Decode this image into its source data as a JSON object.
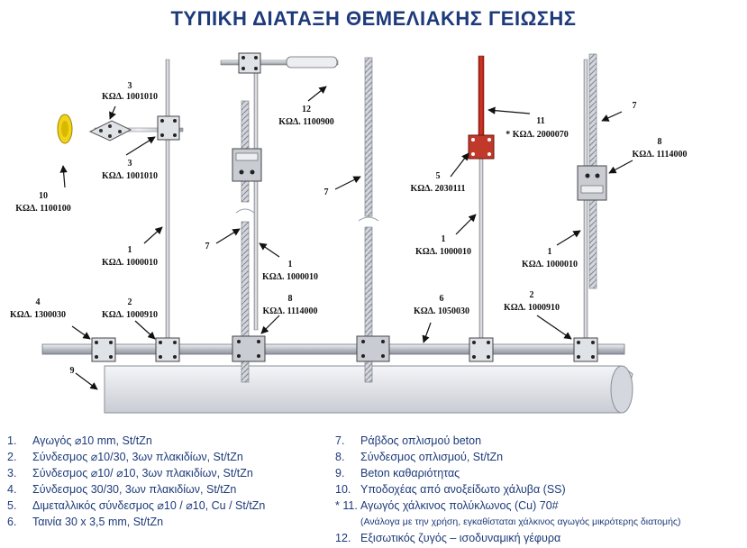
{
  "title": "ΤΥΠΙΚΗ ΔΙΑΤΑΞΗ ΘΕΜΕΛΙΑΚΗΣ ΓΕΙΩΣΗΣ",
  "labels": {
    "l3a_num": "3",
    "l3a_code": "ΚΩΔ. 1001010",
    "l3b_num": "3",
    "l3b_code": "ΚΩΔ. 1001010",
    "l10_num": "10",
    "l10_code": "ΚΩΔ. 1100100",
    "l1a_num": "1",
    "l1a_code": "ΚΩΔ. 1000010",
    "l4_num": "4",
    "l4_code": "ΚΩΔ. 1300030",
    "l2a_num": "2",
    "l2a_code": "ΚΩΔ. 1000910",
    "l12_num": "12",
    "l12_code": "ΚΩΔ. 1100900",
    "l7a_num": "7",
    "l1b_num": "1",
    "l1b_code": "ΚΩΔ. 1000010",
    "l8a_num": "8",
    "l8a_code": "ΚΩΔ. 1114000",
    "l7b_num": "7",
    "l11_num": "11",
    "l11_code": "* ΚΩΔ. 2000070",
    "l5_num": "5",
    "l5_code": "ΚΩΔ. 2030111",
    "l1c_num": "1",
    "l1c_code": "ΚΩΔ. 1000010",
    "l6_num": "6",
    "l6_code": "ΚΩΔ. 1050030",
    "l7c_num": "7",
    "l8b_num": "8",
    "l8b_code": "ΚΩΔ. 1114000",
    "l1d_num": "1",
    "l1d_code": "ΚΩΔ. 1000010",
    "l2b_num": "2",
    "l2b_code": "ΚΩΔ. 1000910",
    "l9_num": "9"
  },
  "legend_left": [
    {
      "num": "1.",
      "text": "Αγωγός ⌀10 mm,  St/tZn"
    },
    {
      "num": "2.",
      "text": "Σύνδεσμος ⌀10/30, 3ων πλακιδίων, St/tZn"
    },
    {
      "num": "3.",
      "text": "Σύνδεσμος ⌀10/ ⌀10, 3ων πλακιδίων, St/tZn"
    },
    {
      "num": "4.",
      "text": "Σύνδεσμος 30/30, 3ων πλακιδίων, St/tZn"
    },
    {
      "num": "5.",
      "text": "Διμεταλλικός σύνδεσμος ⌀10 / ⌀10, Cu / St/tZn"
    },
    {
      "num": "6.",
      "text": "Ταινία 30 x 3,5 mm, St/tZn"
    }
  ],
  "legend_right": [
    {
      "num": "7.",
      "text": "Ράβδος οπλισμού beton"
    },
    {
      "num": "8.",
      "text": "Σύνδεσμος οπλισμού, St/tZn"
    },
    {
      "num": "9.",
      "text": "Beton καθαριότητας"
    },
    {
      "num": "10.",
      "text": "Υποδοχέας από ανοξείδωτο χάλυβα (SS)"
    },
    {
      "num": "* 11.",
      "text": "Αγωγός χάλκινος πολύκλωνος (Cu) 70#"
    },
    {
      "num": "12.",
      "text": "Εξισωτικός ζυγός – ισοδυναμική γέφυρα"
    }
  ],
  "legend_note": "(Ανάλογα με την χρήση, εγκαθίσταται χάλκινος αγωγός μικρότερης διατομής)",
  "colors": {
    "title": "#1d3a7a",
    "legend": "#1d3a7a",
    "copper": "#c0392b",
    "steel": "#c9ccd2"
  }
}
